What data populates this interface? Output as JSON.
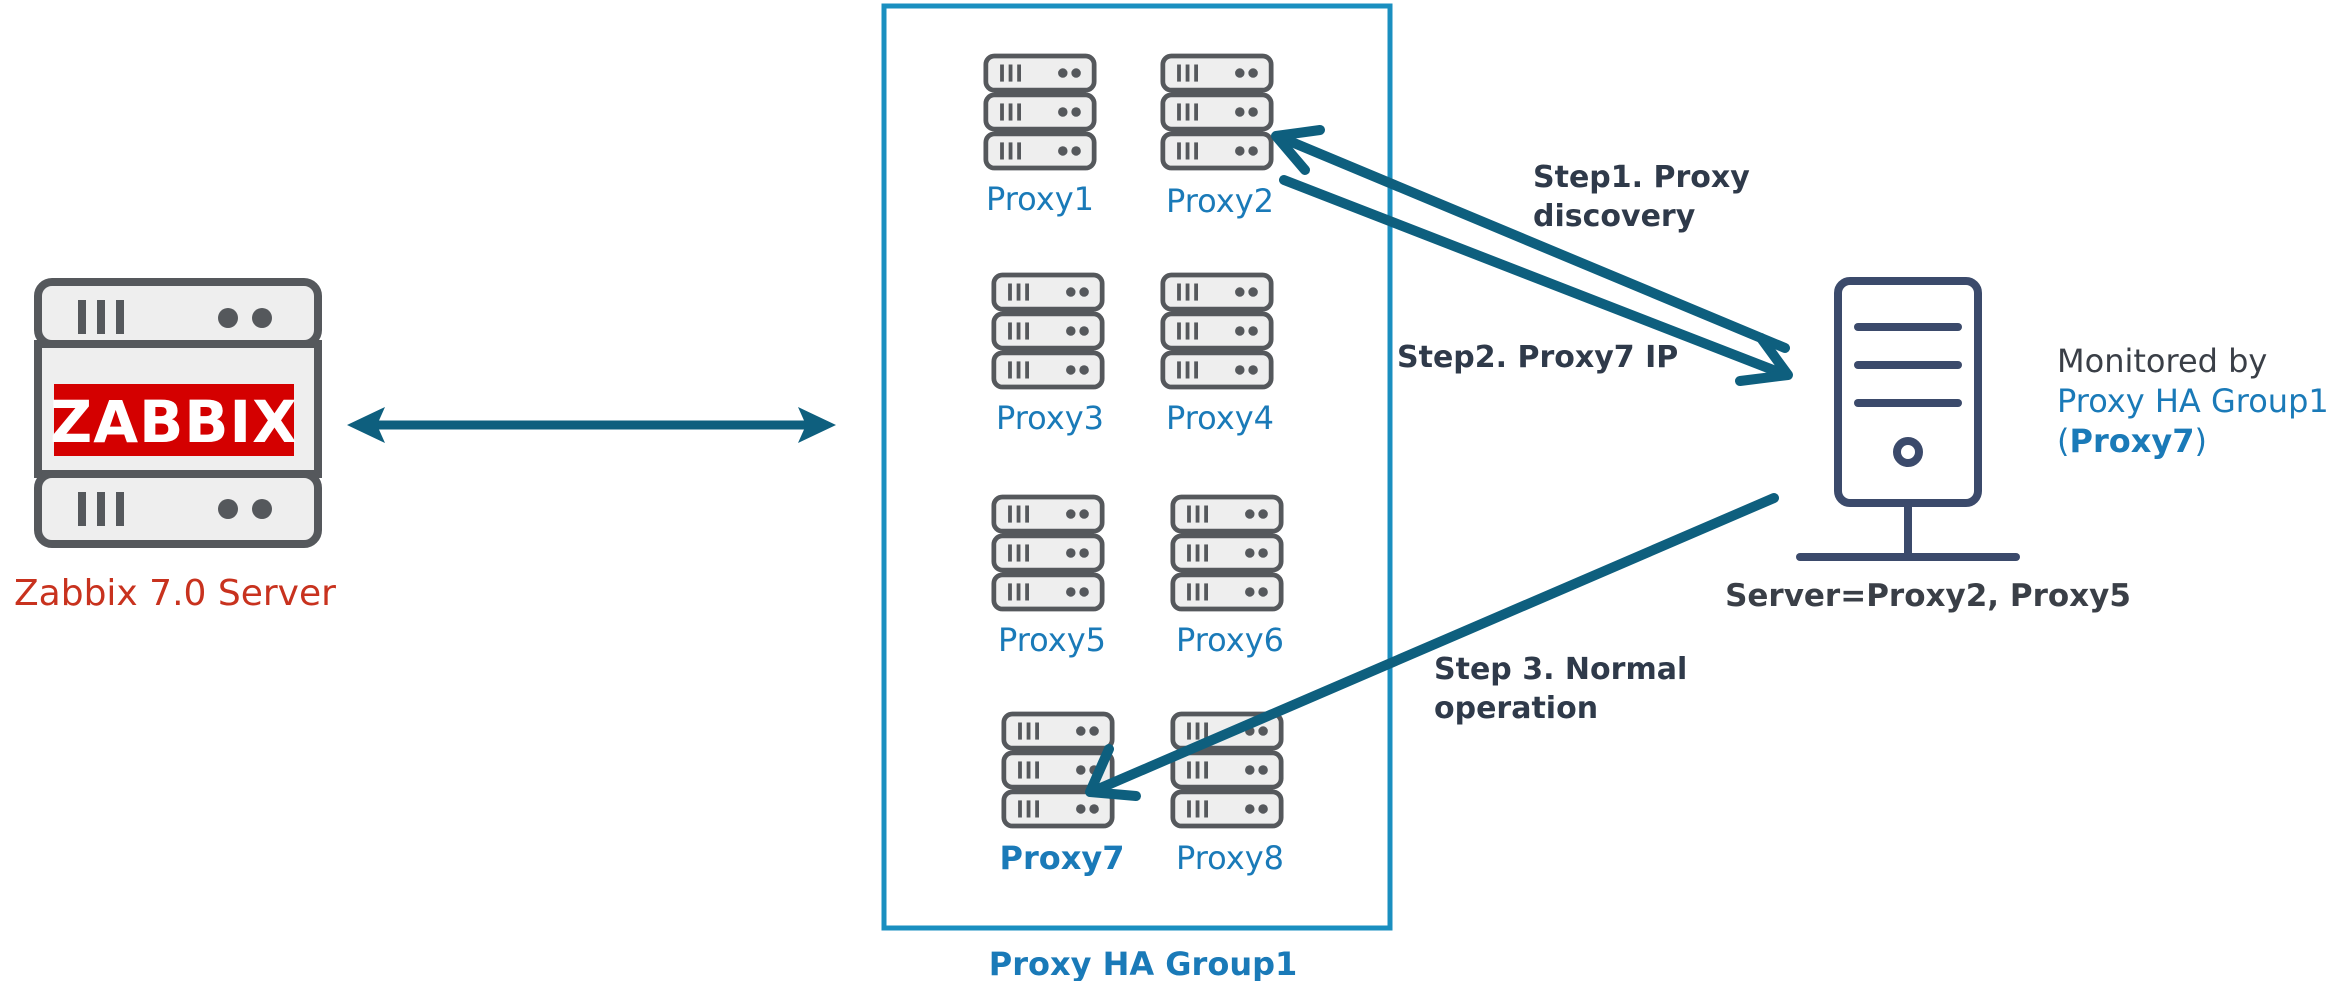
{
  "zabbix_server": {
    "logo_text": "ZABBIX",
    "label": "Zabbix 7.0 Server"
  },
  "proxy_group": {
    "name": "Proxy HA Group1",
    "proxies": [
      {
        "label": "Proxy1",
        "bold": false
      },
      {
        "label": "Proxy2",
        "bold": false
      },
      {
        "label": "Proxy3",
        "bold": false
      },
      {
        "label": "Proxy4",
        "bold": false
      },
      {
        "label": "Proxy5",
        "bold": false
      },
      {
        "label": "Proxy6",
        "bold": false
      },
      {
        "label": "Proxy7",
        "bold": true
      },
      {
        "label": "Proxy8",
        "bold": false
      }
    ]
  },
  "steps": {
    "step1_line1": "Step1. Proxy",
    "step1_line2": "discovery",
    "step2": "Step2. Proxy7 IP",
    "step3_line1": "Step 3. Normal",
    "step3_line2": "operation"
  },
  "monitored_host": {
    "config": "Server=Proxy2, Proxy5",
    "monitored_by_line1": "Monitored by",
    "monitored_by_line2": "Proxy HA Group1",
    "open_paren": "(",
    "proxy": "Proxy7",
    "close_paren": ")"
  },
  "colors": {
    "arrow": "#0e5f7e",
    "group_border": "#1a8fc0",
    "accent_blue": "#1a7ab8",
    "server_red": "#c8321e",
    "logo_red": "#d40000",
    "host_icon": "#3b4a6b"
  }
}
